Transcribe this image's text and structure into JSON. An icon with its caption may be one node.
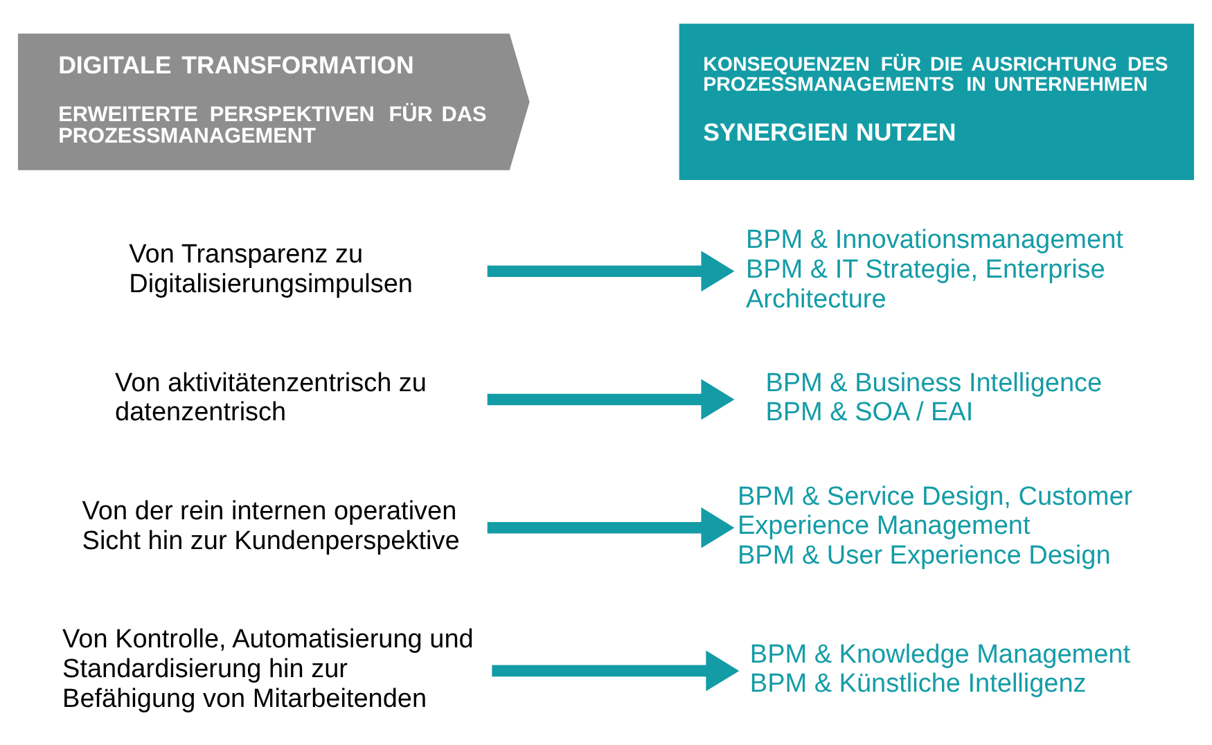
{
  "diagram": {
    "nodes": [
      {
        "text": [
          "DIGITALE TRANSFORMATION",
          "ERWEITERTE PERSPEKTIVEN FÜR DAS PROZESSMANAGEMENT"
        ]
      },
      {
        "text": [
          "KONSEQUENZEN FÜR DIE AUSRICHTUNG DES PROZESSMANAGEMENTS IN UNTERNEHMEN",
          "SYNERGIEN NUTZEN"
        ]
      },
      {
        "text": [
          "Von Transparenz zu Digitalisierungsimpulsen"
        ]
      },
      {
        "text": [
          "BPM & Innovationsmanagement",
          "BPM & IT Strategie, Enterprise Architecture"
        ]
      },
      {
        "text": [
          "Von aktivitätenzentrisch zu datenzentrisch"
        ]
      },
      {
        "text": [
          "BPM & Business Intelligence",
          "BPM & SOA / EAI"
        ]
      },
      {
        "text": [
          "Von der rein internen operativen Sicht hin zur Kundenperspektive"
        ]
      },
      {
        "text": [
          "BPM & Service Design, Customer Experience Management",
          "BPM & User Experience Design"
        ]
      },
      {
        "text": [
          "Von Kontrolle, Automatisierung und Standardisierung hin zur Befähigung von Mitarbeitenden"
        ]
      },
      {
        "text": [
          "BPM & Knowledge Management",
          "BPM & Künstliche Intelligenz"
        ]
      }
    ],
    "edges": [
      {
        "from": 2,
        "to": 3,
        "arrow": "to"
      },
      {
        "from": 4,
        "to": 5,
        "arrow": "to"
      },
      {
        "from": 6,
        "to": 7,
        "arrow": "to"
      },
      {
        "from": 8,
        "to": 9,
        "arrow": "to"
      }
    ]
  }
}
